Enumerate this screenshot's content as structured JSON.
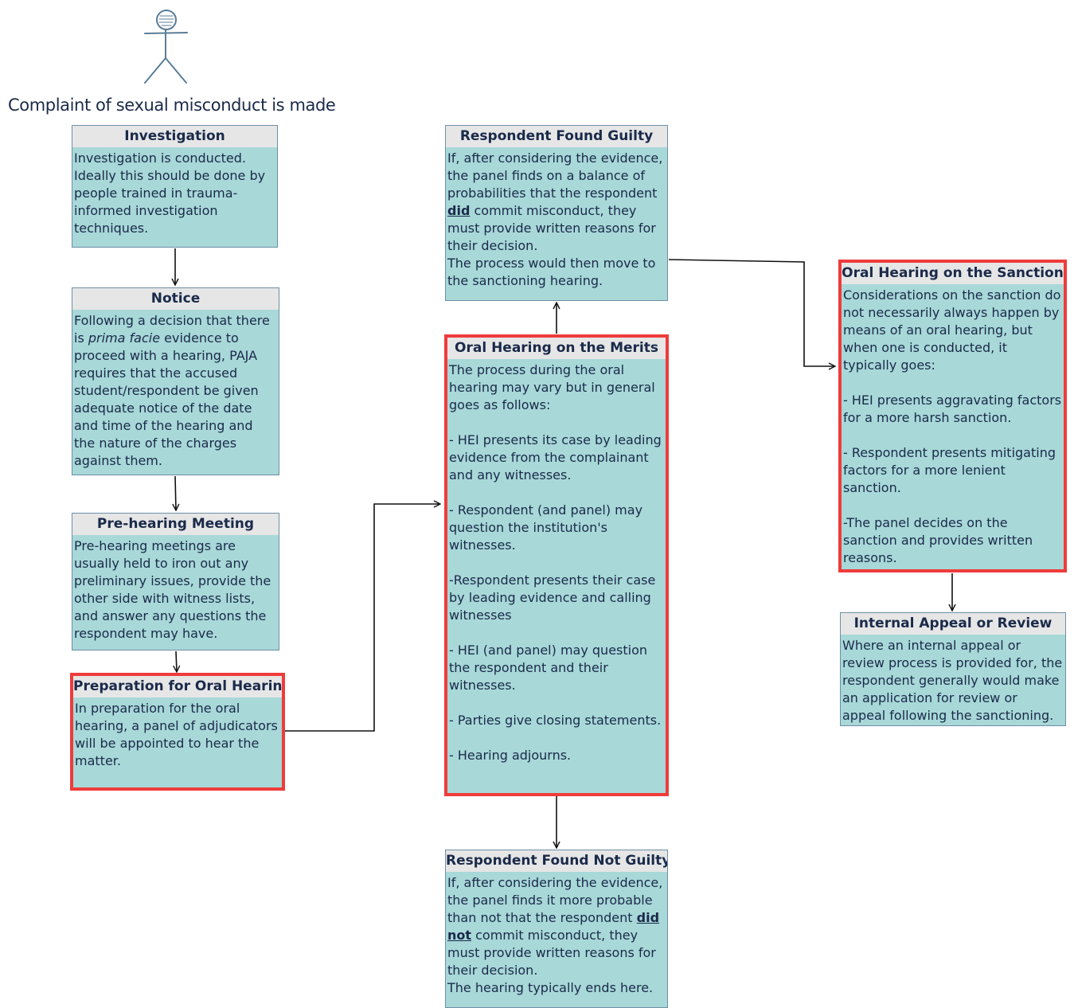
{
  "actor": {
    "icon": "stick-figure-icon",
    "label": "Complaint of sexual misconduct is made"
  },
  "colors": {
    "card_fill": "#a8d8d8",
    "header_fill": "#e6e6e6",
    "highlight_border": "#ef3b3b",
    "text": "#1a2a4a",
    "actor_stroke": "#5a7d99"
  },
  "investigation": {
    "title": "Investigation",
    "body": "Investigation is conducted. Ideally this should be done by people trained in trauma-informed investigation techniques."
  },
  "notice": {
    "title": "Notice",
    "body_a": "Following a decision that there is ",
    "body_em": "prima facie",
    "body_b": " evidence to proceed with a hearing, PAJA requires that the accused student/respondent be given adequate notice of the date and time of the hearing and the nature of the charges against them."
  },
  "prehearing": {
    "title": "Pre-hearing Meeting",
    "body": "Pre-hearing meetings are usually held to iron out any preliminary issues, provide the other side with witness lists, and answer any questions the respondent may have."
  },
  "preparation": {
    "title": "Preparation for Oral Hearing",
    "body": "In preparation for the oral hearing, a panel of adjudicators will be appointed to hear the matter."
  },
  "merits": {
    "title": "Oral Hearing on the Merits",
    "intro": "The process during the oral hearing may vary but in general goes as follows:",
    "steps": [
      "- HEI presents its case by leading evidence from the complainant and any witnesses.",
      "- Respondent (and panel) may question the institution's witnesses.",
      "-Respondent presents their case by leading evidence and calling witnesses",
      "- HEI (and panel) may question the respondent and their witnesses.",
      "- Parties give closing statements.",
      "- Hearing adjourns."
    ]
  },
  "guilty": {
    "title": "Respondent Found Guilty",
    "body_a": "If, after considering the evidence, the panel finds on a balance of probabilities that the respondent ",
    "body_strong": "did",
    "body_b": " commit misconduct, they must provide written reasons for their decision.",
    "body_c": "The process would then move to the sanctioning hearing."
  },
  "notguilty": {
    "title": "Respondent Found Not Guilty",
    "body_a": "If, after considering the evidence, the panel finds it more probable than not that the respondent ",
    "body_strong": "did not",
    "body_b": " commit misconduct, they must provide written reasons for their decision.",
    "body_c": "The hearing typically ends here."
  },
  "sanction": {
    "title": "Oral Hearing on the Sanction",
    "intro": "Considerations on the sanction do not necessarily always happen by means of an oral hearing, but when one is conducted, it typically goes:",
    "steps": [
      "- HEI presents aggravating factors for a more harsh sanction.",
      "- Respondent presents mitigating factors for a more lenient sanction.",
      "-The panel decides on the sanction and provides written reasons."
    ]
  },
  "appeal": {
    "title": "Internal Appeal or Review",
    "body": "Where an internal appeal or review process is provided for, the respondent generally would make an application for review or appeal following the sanctioning."
  }
}
